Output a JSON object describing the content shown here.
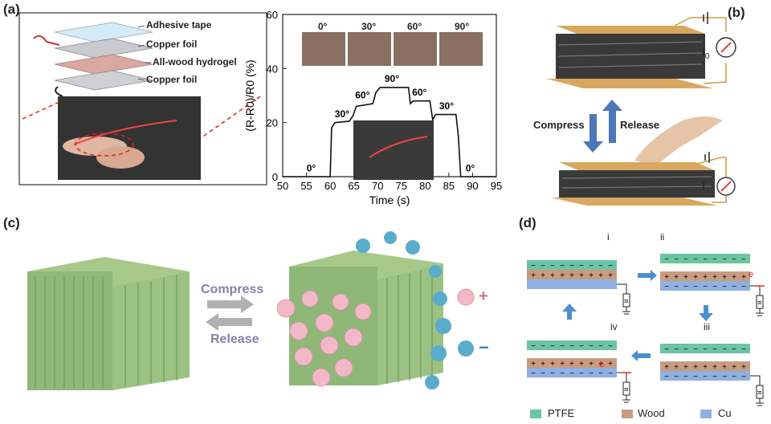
{
  "panels": {
    "a": {
      "label": "(a)",
      "layers": [
        "Adhesive tape",
        "Copper foil",
        "All-wood hydrogel",
        "Copper foil"
      ],
      "thumbs": [
        "0°",
        "30°",
        "60°",
        "90°"
      ]
    },
    "b": {
      "label": "(b)",
      "compress": "Compress",
      "release": "Release",
      "current_top": "I",
      "current_top_sub": "0",
      "current_bottom": "I"
    },
    "c": {
      "label": "(c)",
      "compress": "Compress",
      "release": "Release",
      "plus": "+",
      "minus": "−"
    },
    "d": {
      "label": "(d)",
      "stages": [
        "i",
        "ii",
        "iii",
        "iv"
      ],
      "electron": "e",
      "resistor": "R",
      "legend": [
        {
          "name": "PTFE",
          "color": "#6cc4a4"
        },
        {
          "name": "Wood",
          "color": "#c99c80"
        },
        {
          "name": "Cu",
          "color": "#8fb0e0"
        }
      ]
    }
  },
  "chart_data": {
    "type": "line",
    "xlabel": "Time (s)",
    "ylabel": "(R-R0)/R0 (%)",
    "xlim": [
      50,
      95
    ],
    "ylim": [
      0,
      60
    ],
    "xticks": [
      50,
      55,
      60,
      65,
      70,
      75,
      80,
      85,
      90,
      95
    ],
    "yticks": [
      0,
      20,
      40,
      60
    ],
    "x": [
      50,
      60,
      60.3,
      61,
      64,
      64.8,
      65.5,
      69,
      69.6,
      70.5,
      76.5,
      76.9,
      77.5,
      81,
      81.6,
      82.2,
      86.5,
      87,
      87.5,
      95
    ],
    "y": [
      0,
      0,
      18,
      20,
      20.5,
      22.5,
      26,
      27,
      31,
      33,
      33,
      27,
      28,
      28,
      21,
      23,
      23,
      15,
      0,
      0
    ],
    "annotations": [
      {
        "text": "0°",
        "x": 56,
        "y": 2
      },
      {
        "text": "30°",
        "x": 62.5,
        "y": 22
      },
      {
        "text": "60°",
        "x": 66.8,
        "y": 29
      },
      {
        "text": "90°",
        "x": 73,
        "y": 35
      },
      {
        "text": "60°",
        "x": 78.8,
        "y": 30
      },
      {
        "text": "30°",
        "x": 84.5,
        "y": 25
      },
      {
        "text": "0°",
        "x": 89.5,
        "y": 2
      }
    ],
    "grid": false
  }
}
